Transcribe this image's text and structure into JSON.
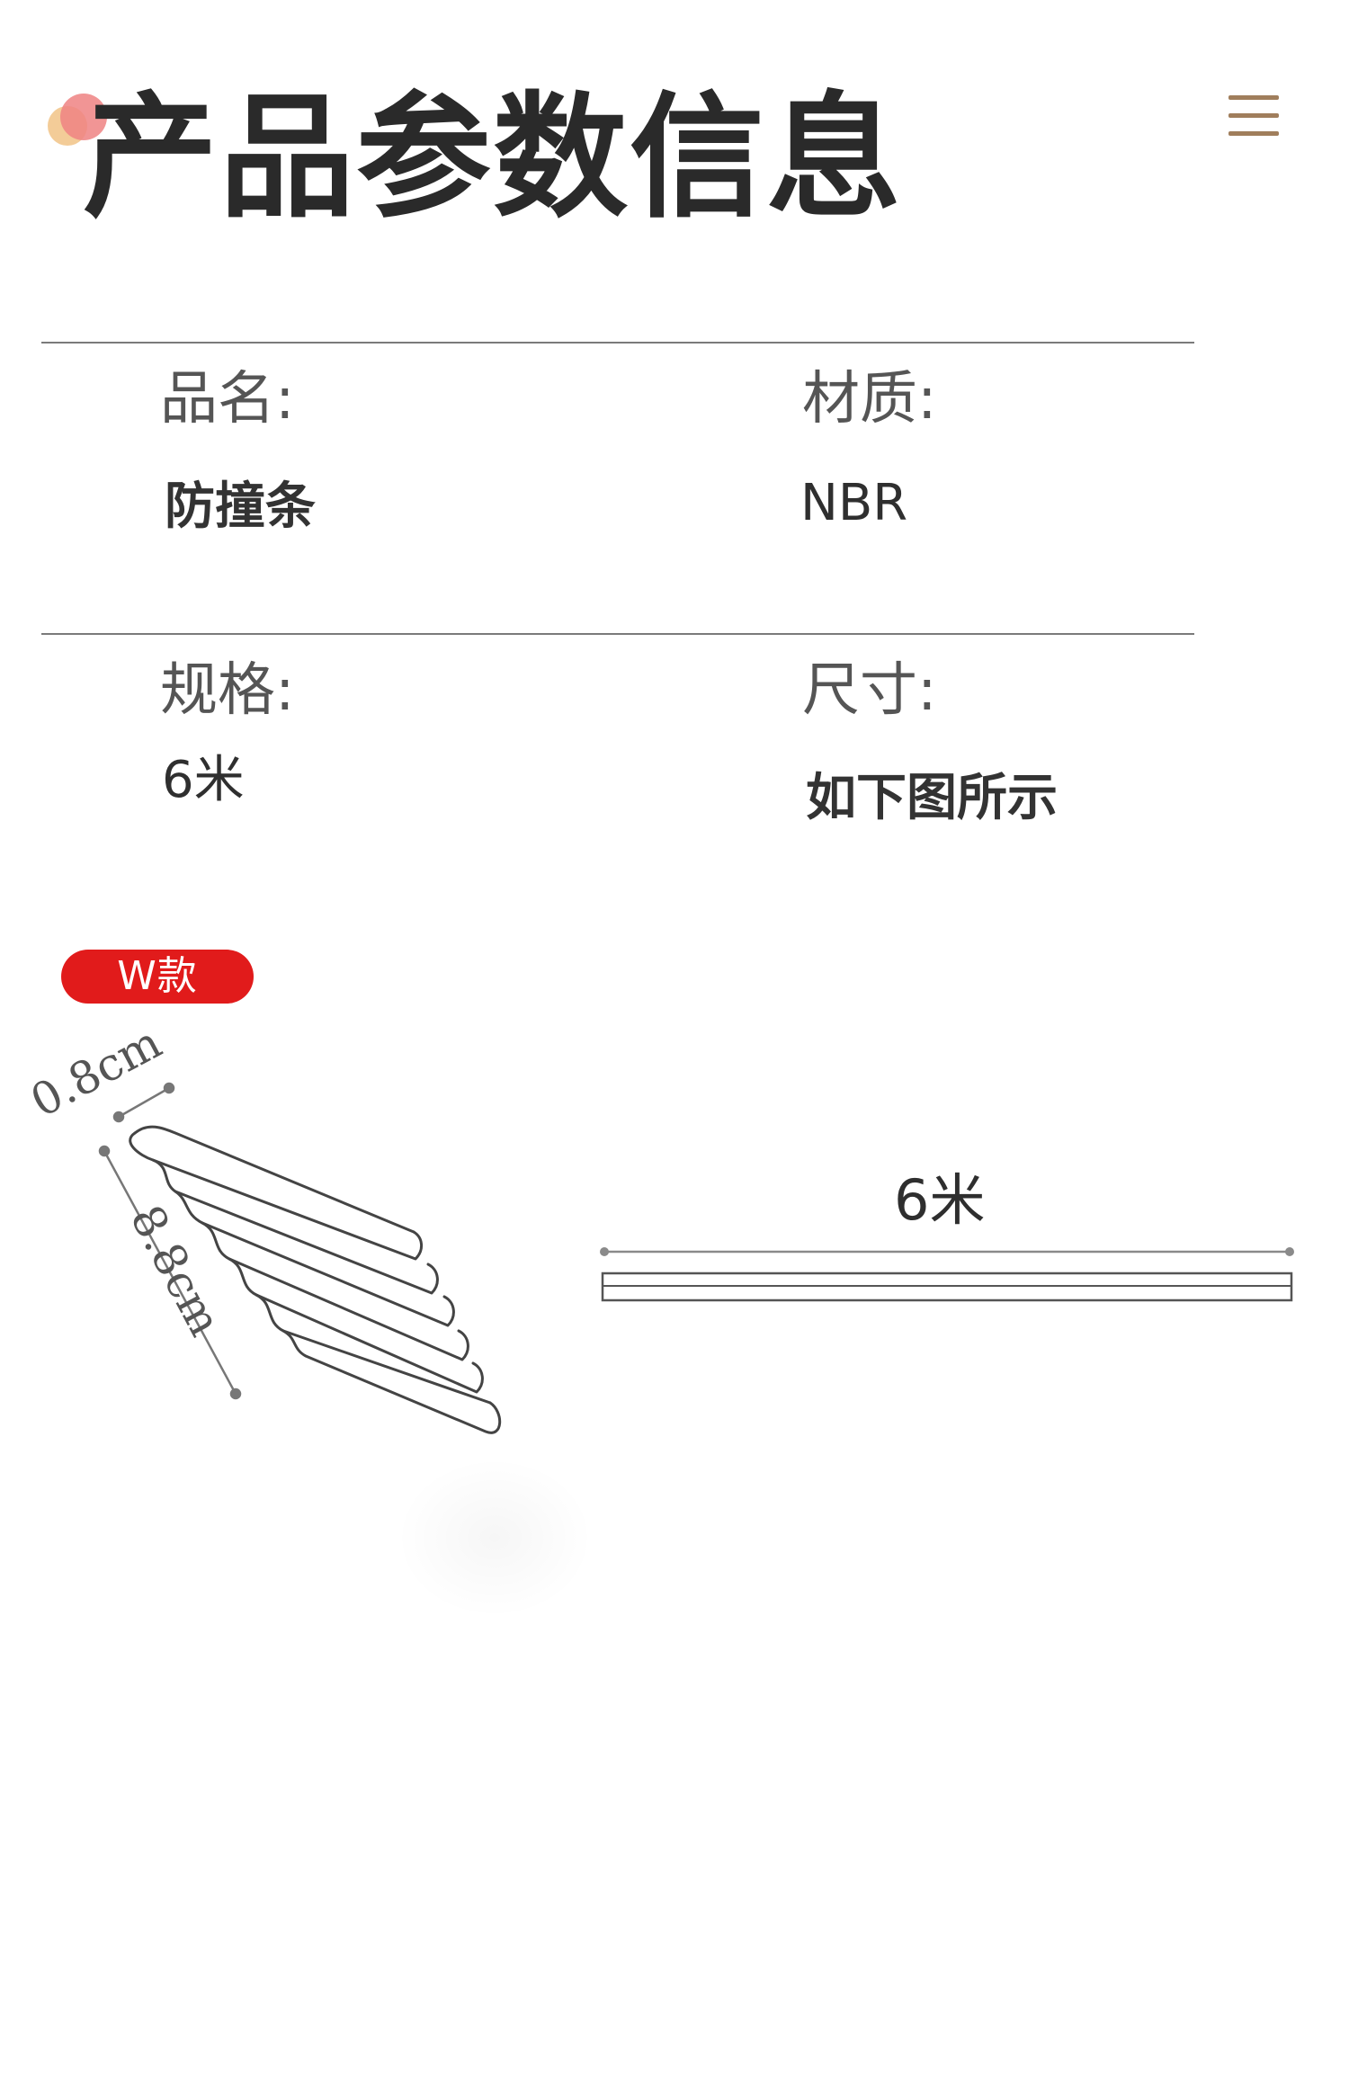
{
  "header": {
    "title": "产品参数信息",
    "menu_icon": "hamburger-menu-icon"
  },
  "specs": {
    "name_label": "品名:",
    "name_value": "防撞条",
    "material_label": "材质:",
    "material_value": "NBR",
    "spec_label": "规格:",
    "spec_value": "6米",
    "size_label": "尺寸:",
    "size_value": "如下图所示"
  },
  "model": {
    "badge": "W款"
  },
  "diagram": {
    "thickness": "0.8cm",
    "width": "8.8cm",
    "length": "6米"
  },
  "colors": {
    "badge": "#e11b1b",
    "menu_icon": "#a07e5c",
    "title": "#2a2a2a",
    "divider": "#7a7a7a"
  }
}
